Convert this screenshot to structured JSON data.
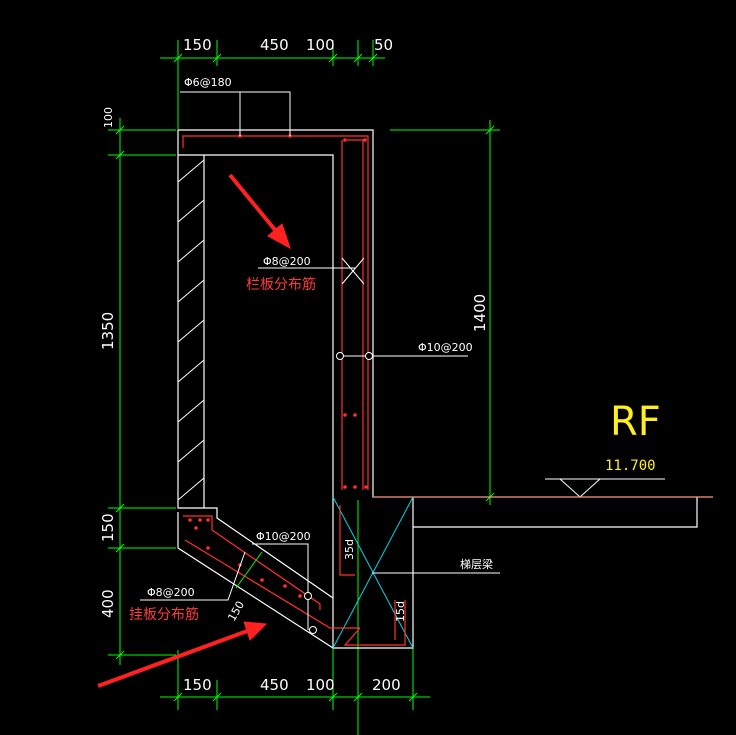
{
  "colors": {
    "background": "#000000",
    "outline": "#ffffff",
    "dimension": "#00ff00",
    "rebar": "#ff3030",
    "annotation_cn": "#ff3b3b",
    "level": "#ffee22",
    "beam_diagonal": "#00d8e8",
    "slab_line": "#ff8060"
  },
  "top_dimensions": [
    "150",
    "450",
    "100",
    "50"
  ],
  "bottom_dimensions": [
    "150",
    "450",
    "100",
    "200"
  ],
  "left_dimensions": [
    "100",
    "1350",
    "150",
    "400"
  ],
  "right_dimension": "1400",
  "rebar_labels": {
    "top_slab": "Φ6@180",
    "parapet_dist": "Φ8@200",
    "parapet_vertical": "Φ10@200",
    "hang_slab_main": "Φ10@200",
    "hang_slab_dist": "Φ8@200",
    "anchor_35d": "35d",
    "anchor_15d": "15d",
    "slab_thickness": "150"
  },
  "annotations": {
    "parapet_dist_cn": "栏板分布筋",
    "hang_dist_cn": "挂板分布筋",
    "beam_label": "梯层梁"
  },
  "level": {
    "name": "RF",
    "elevation": "11.700"
  },
  "icons": [
    "arrow-icon",
    "elevation-triangle-icon",
    "hatch-pattern-icon"
  ]
}
